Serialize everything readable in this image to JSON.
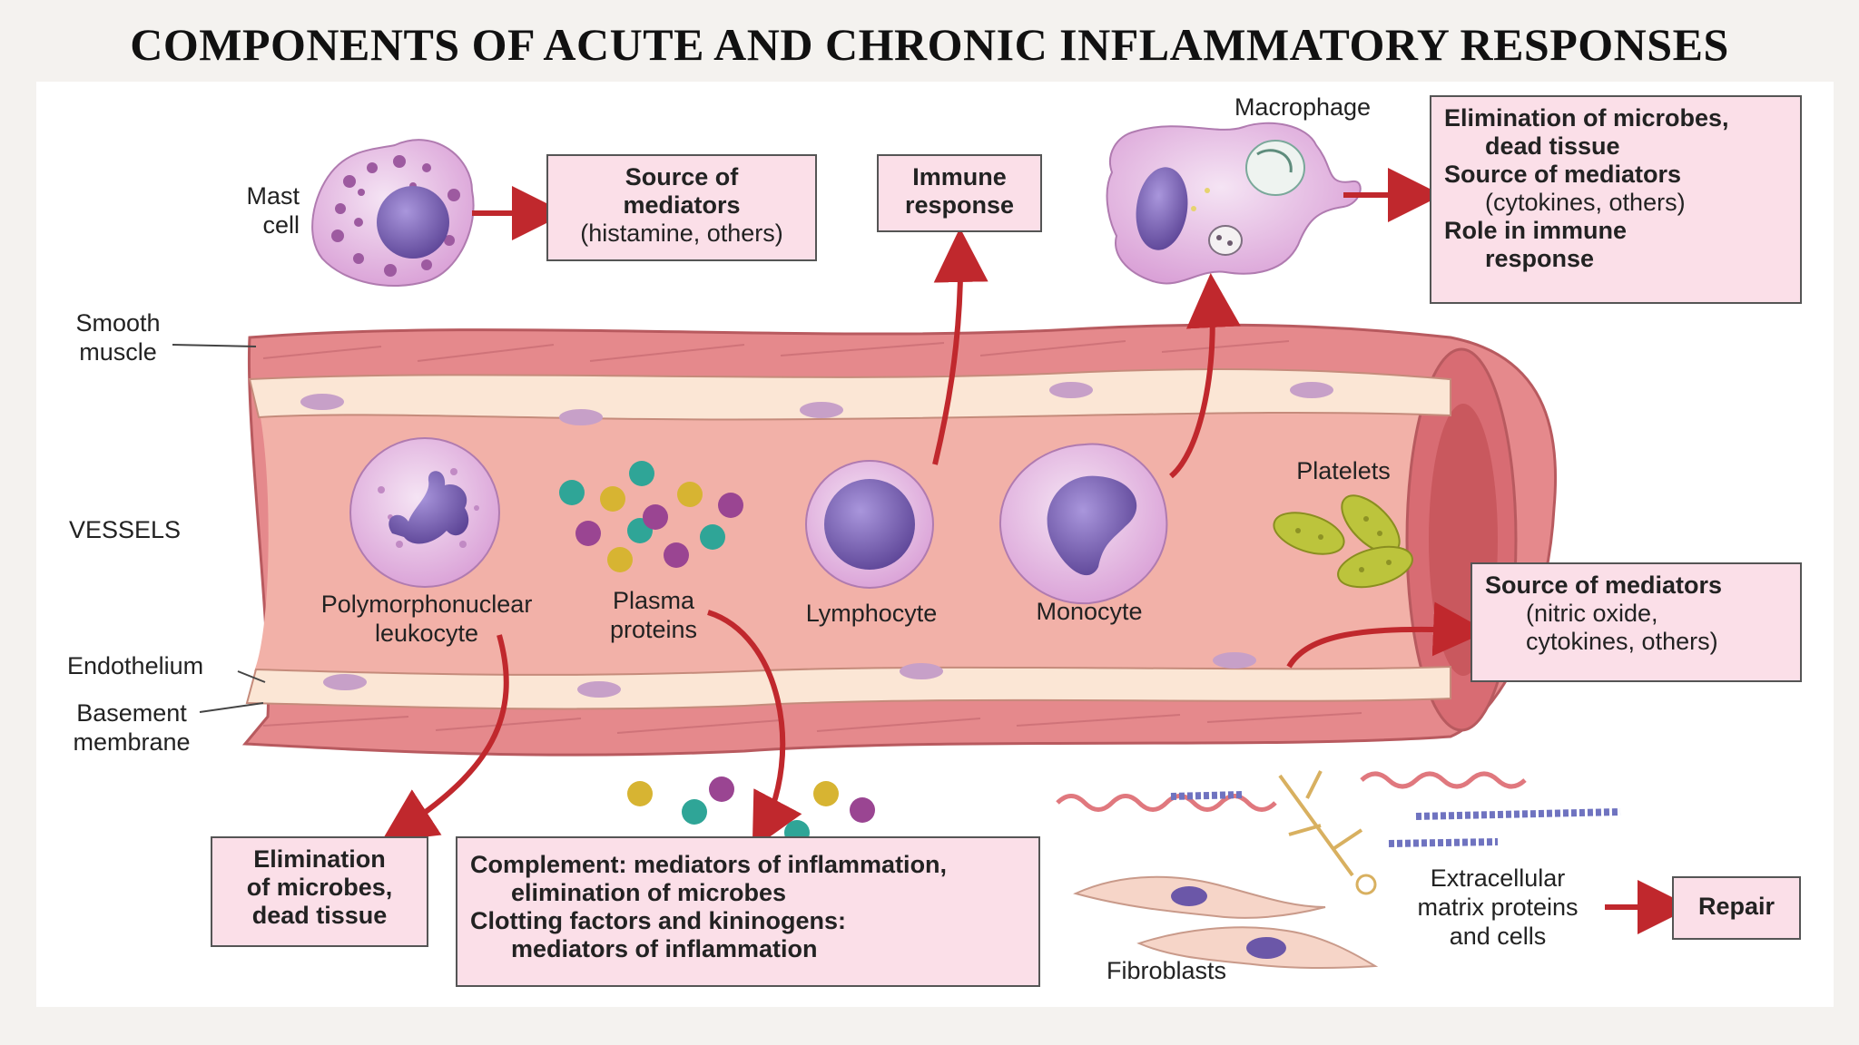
{
  "title": "COMPONENTS OF ACUTE AND CHRONIC INFLAMMATORY RESPONSES",
  "labels": {
    "mast_cell": [
      "Mast",
      "cell"
    ],
    "macrophage": "Macrophage",
    "smooth_muscle": [
      "Smooth",
      "muscle"
    ],
    "vessels": "VESSELS",
    "endothelium": "Endothelium",
    "basement_membrane": [
      "Basement",
      "membrane"
    ],
    "pmn": [
      "Polymorphonuclear",
      "leukocyte"
    ],
    "plasma_proteins": [
      "Plasma",
      "proteins"
    ],
    "lymphocyte": "Lymphocyte",
    "monocyte": "Monocyte",
    "platelets": "Platelets",
    "fibroblasts": "Fibroblasts",
    "ecm": [
      "Extracellular",
      "matrix proteins",
      "and cells"
    ]
  },
  "boxes": {
    "mast_mediators": [
      "Source of",
      "mediators",
      "(histamine, others)"
    ],
    "immune_response": [
      "Immune",
      "response"
    ],
    "macrophage_roles": [
      "Elimination of microbes,",
      "dead tissue",
      "Source of mediators",
      "(cytokines, others)",
      "Role in immune",
      "response"
    ],
    "endothelium_mediators": [
      "Source of mediators",
      "(nitric oxide,",
      "cytokines, others)"
    ],
    "pmn_elimination": [
      "Elimination",
      "of microbes,",
      "dead tissue"
    ],
    "complement": [
      "Complement: mediators of inflammation,",
      "elimination of microbes",
      "Clotting factors and kininogens:",
      "mediators of inflammation"
    ],
    "repair": "Repair"
  },
  "colors": {
    "box_fill": "#fbdfe8",
    "arrow": "#c0282d",
    "vessel_wall": "#e07a7e",
    "lumen": "#f3b4ac",
    "endothelium": "#fbe8d8",
    "cell_membrane": "#d9a3d6",
    "nucleus": "#7c63b5",
    "platelet": "#b8c23a"
  }
}
